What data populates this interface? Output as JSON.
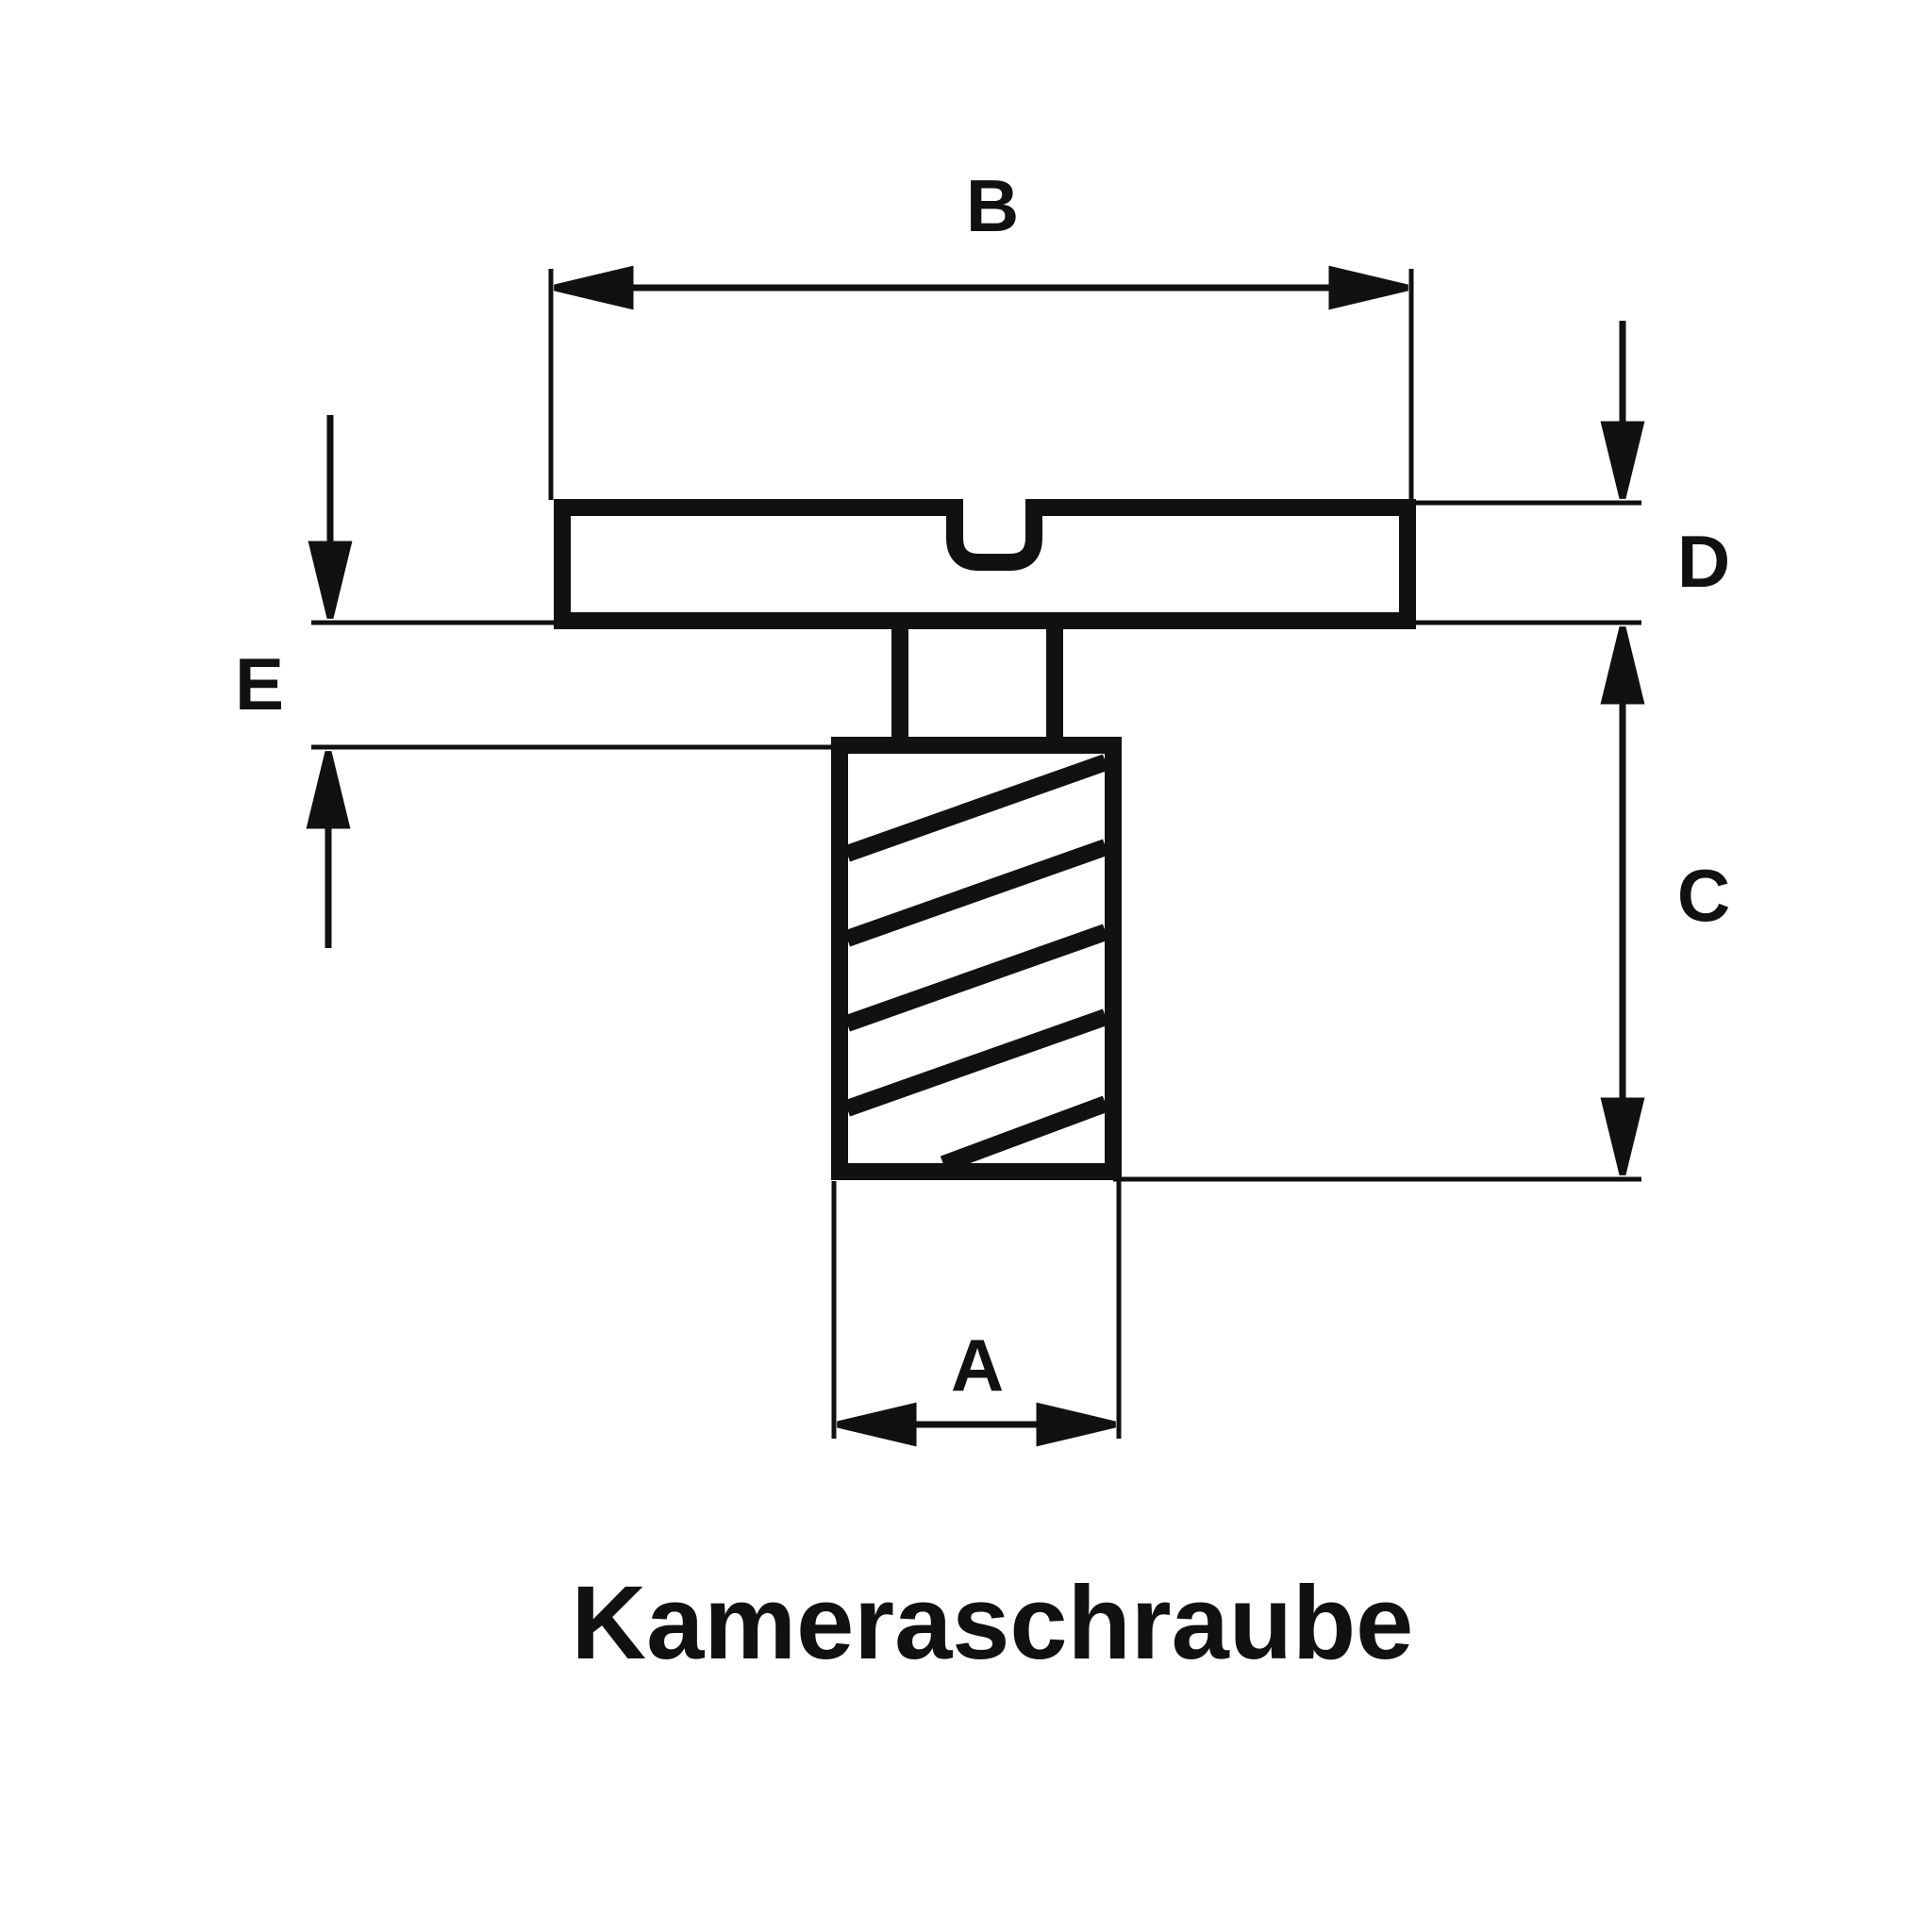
{
  "diagram": {
    "title": "Kameraschraube",
    "dimensions": {
      "a": "A",
      "b": "B",
      "c": "C",
      "d": "D",
      "e": "E"
    },
    "colors": {
      "line": "#111111",
      "background": "#ffffff"
    }
  }
}
